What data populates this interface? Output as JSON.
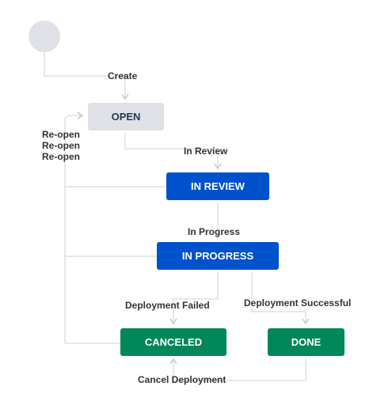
{
  "workflow": {
    "start_node": "start",
    "statuses": [
      {
        "id": "open",
        "label": "OPEN",
        "category": "todo",
        "color": "#dfe1e6",
        "text_color": "#253858"
      },
      {
        "id": "in_review",
        "label": "IN REVIEW",
        "category": "inprogress",
        "color": "#0052cc",
        "text_color": "#ffffff"
      },
      {
        "id": "in_progress",
        "label": "IN PROGRESS",
        "category": "inprogress",
        "color": "#0052cc",
        "text_color": "#ffffff"
      },
      {
        "id": "canceled",
        "label": "CANCELED",
        "category": "done",
        "color": "#00875a",
        "text_color": "#ffffff"
      },
      {
        "id": "done",
        "label": "DONE",
        "category": "done",
        "color": "#00875a",
        "text_color": "#ffffff"
      }
    ],
    "transitions": [
      {
        "id": "create",
        "label": "Create",
        "from": "start",
        "to": "open"
      },
      {
        "id": "in_review",
        "label": "In Review",
        "from": "open",
        "to": "in_review"
      },
      {
        "id": "in_progress",
        "label": "In Progress",
        "from": "in_review",
        "to": "in_progress"
      },
      {
        "id": "deployment_failed",
        "label": "Deployment Failed",
        "from": "in_progress",
        "to": "canceled"
      },
      {
        "id": "deployment_successful",
        "label": "Deployment Successful",
        "from": "in_progress",
        "to": "done"
      },
      {
        "id": "cancel_deployment",
        "label": "Cancel Deployment",
        "from": "done",
        "to": "canceled"
      },
      {
        "id": "reopen_from_review",
        "label": "Re-open",
        "from": "in_review",
        "to": "open"
      },
      {
        "id": "reopen_from_progress",
        "label": "Re-open",
        "from": "in_progress",
        "to": "open"
      },
      {
        "id": "reopen_from_canceled",
        "label": "Re-open",
        "from": "canceled",
        "to": "open"
      }
    ]
  },
  "colors": {
    "line": "#dfe1e6",
    "label_text": "#333333",
    "todo": "#dfe1e6",
    "inprogress": "#0052cc",
    "done": "#00875a"
  }
}
